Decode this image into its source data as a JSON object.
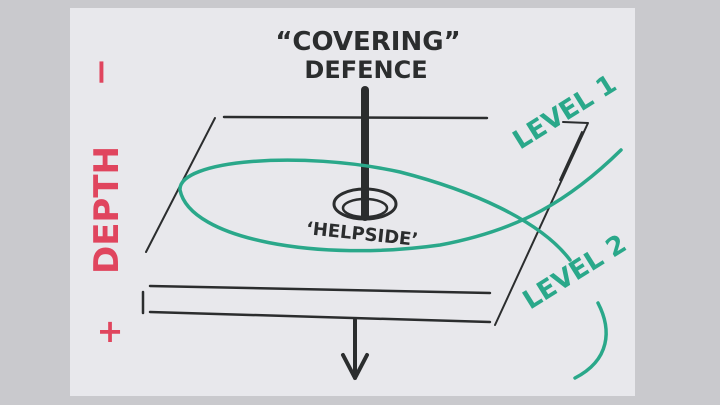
{
  "title": {
    "line1": "“COVERING”",
    "line2": "DEFENCE"
  },
  "center_label": "‘HELPSIDE’",
  "levels": [
    "LEVEL 1",
    "LEVEL 2"
  ],
  "axis": {
    "label": "DEPTH",
    "top_sign": "−",
    "bottom_sign": "+"
  },
  "colors": {
    "ink": "#2b2d2e",
    "green": "#2aa88a",
    "red": "#e0455e",
    "paper": "#e8e8ec"
  }
}
